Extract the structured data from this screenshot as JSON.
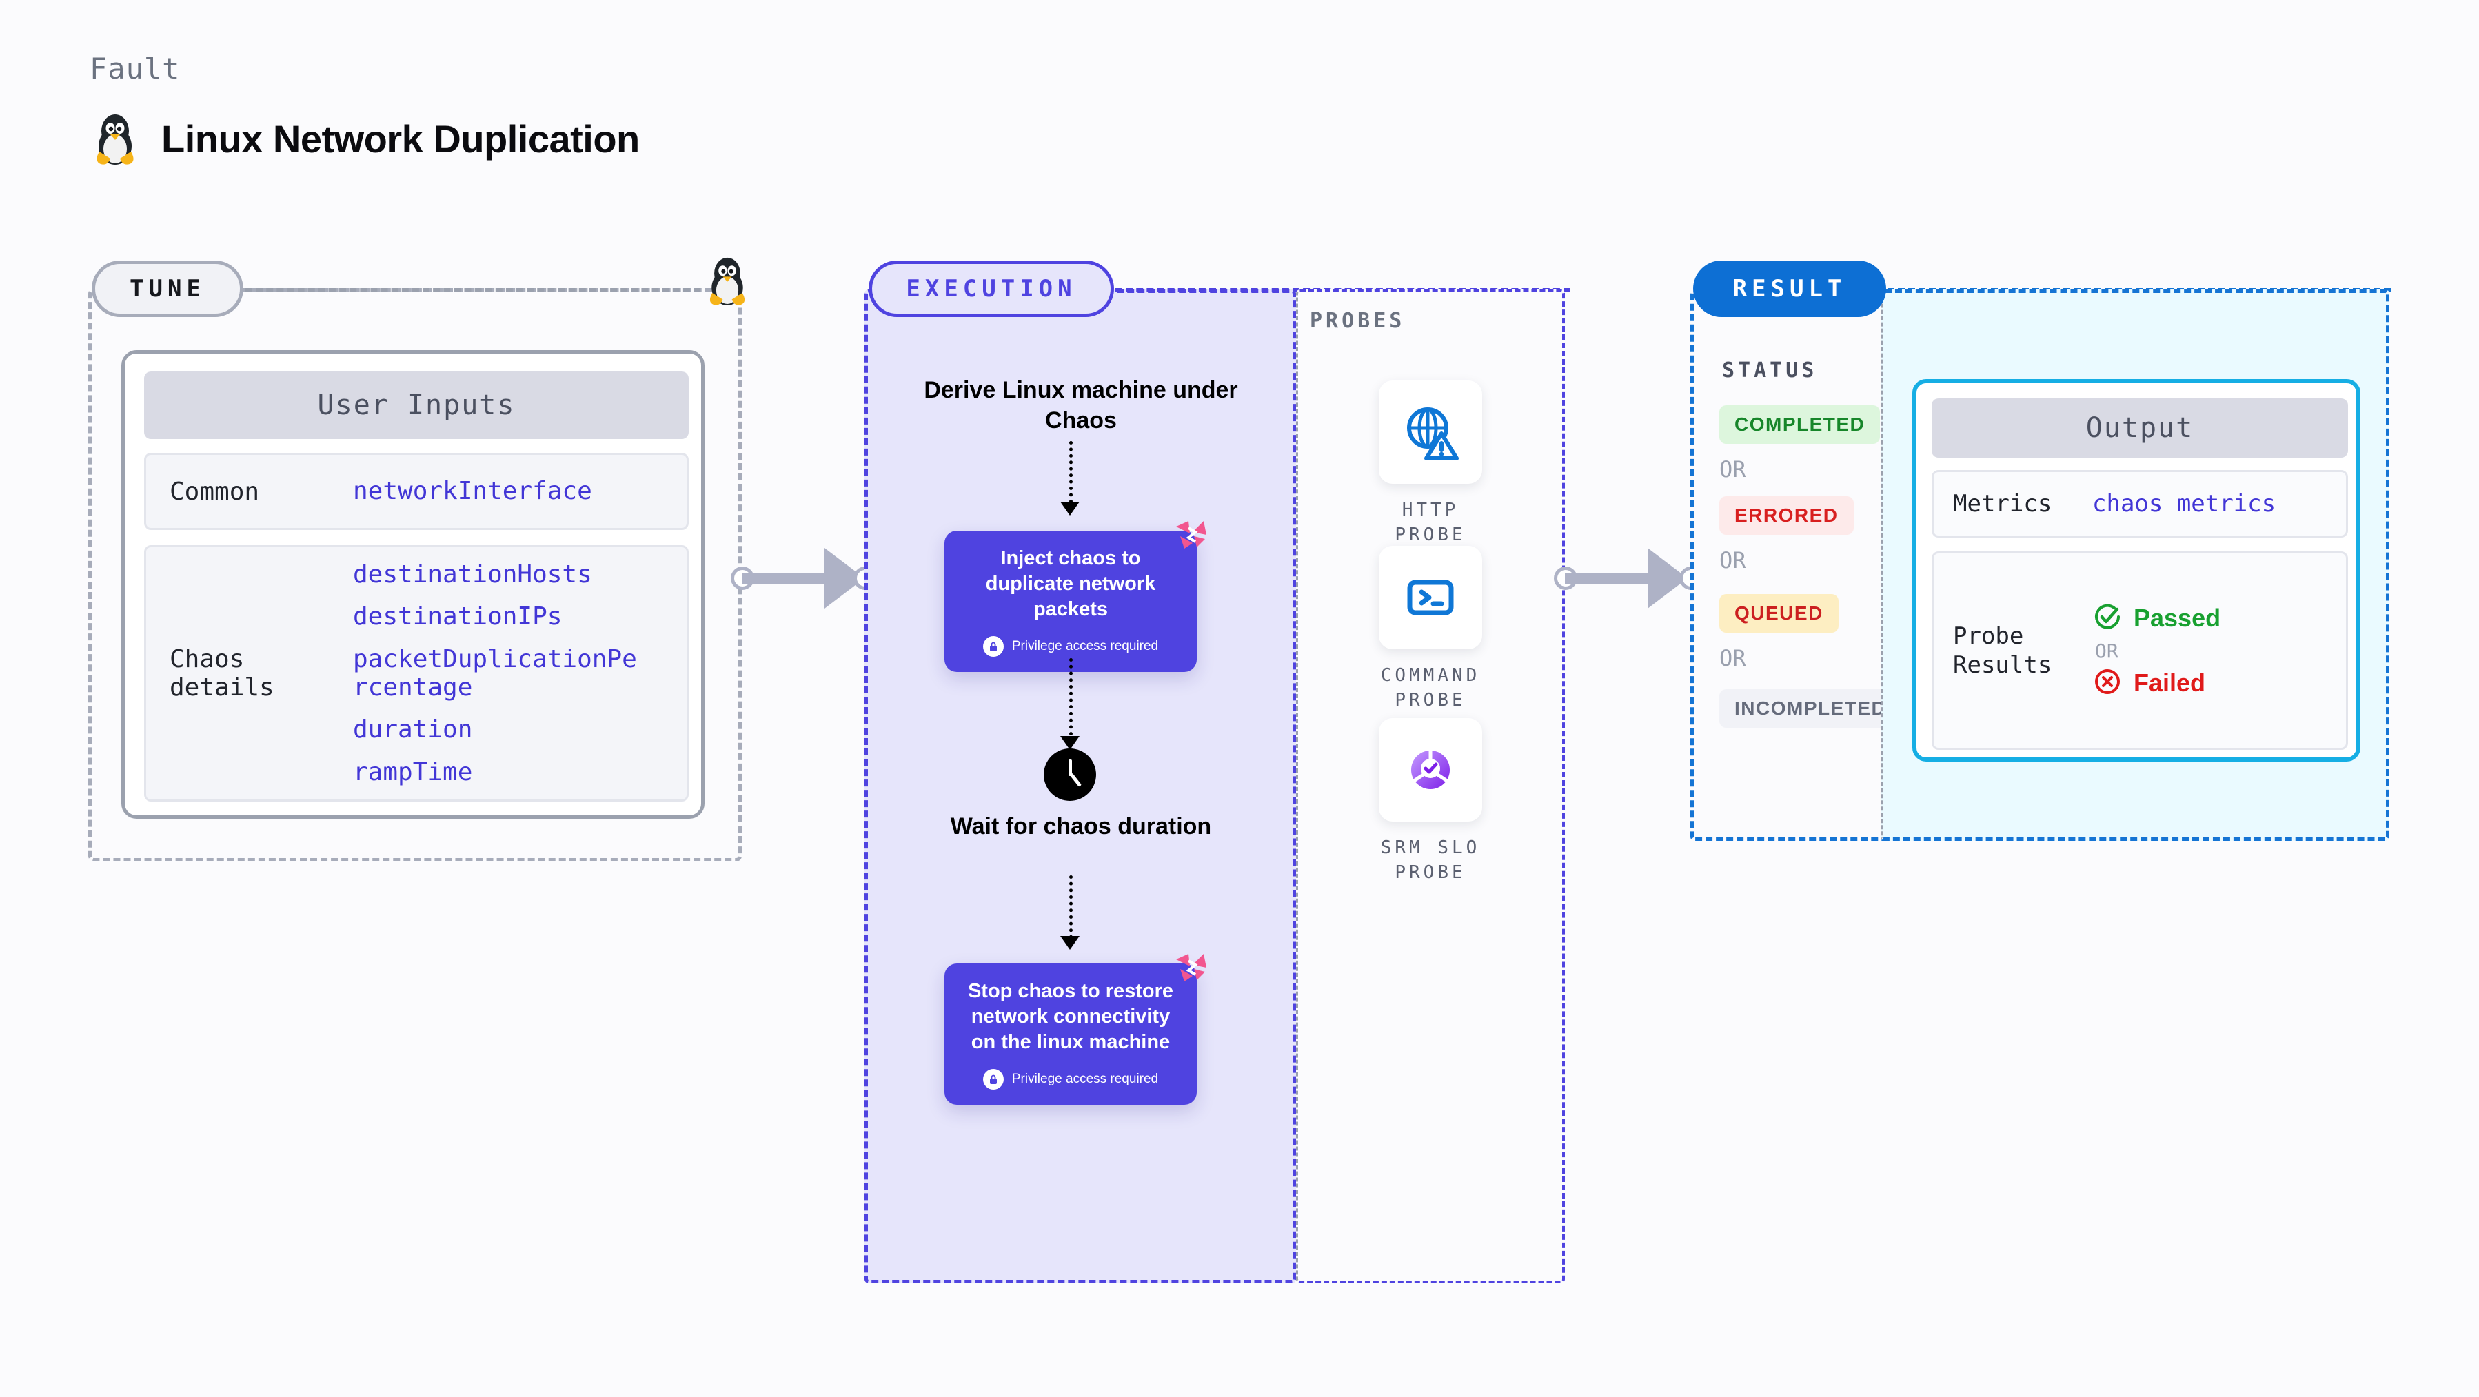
{
  "header": {
    "eyebrow": "Fault",
    "title": "Linux Network Duplication",
    "icon": "linux-penguin-icon"
  },
  "tune": {
    "badge": "TUNE",
    "card_header": "User Inputs",
    "rows": [
      {
        "key": "Common",
        "values": [
          "networkInterface"
        ]
      },
      {
        "key": "Chaos details",
        "values": [
          "destinationHosts",
          "destinationIPs",
          "packetDuplicationPercentage",
          "duration",
          "rampTime"
        ]
      }
    ]
  },
  "execution": {
    "badge": "EXECUTION",
    "steps": [
      {
        "type": "text",
        "label": "Derive Linux machine under Chaos"
      },
      {
        "type": "block",
        "label": "Inject chaos to duplicate network packets",
        "note": "Privilege access required"
      },
      {
        "type": "clock",
        "label": "Wait for chaos duration"
      },
      {
        "type": "block",
        "label": "Stop chaos to restore network connectivity on the linux machine",
        "note": "Privilege access required"
      }
    ]
  },
  "probes": {
    "title": "PROBES",
    "items": [
      {
        "label": "HTTP PROBE",
        "icon": "globe-warning-icon"
      },
      {
        "label": "COMMAND PROBE",
        "icon": "terminal-icon"
      },
      {
        "label": "SRM SLO PROBE",
        "icon": "slo-check-icon"
      }
    ]
  },
  "result": {
    "badge": "RESULT",
    "status_title": "STATUS",
    "or_label": "OR",
    "statuses": [
      {
        "label": "COMPLETED",
        "bg": "#ddf6dd",
        "fg": "#17862a"
      },
      {
        "label": "ERRORED",
        "bg": "#fdeaea",
        "fg": "#d81f1f"
      },
      {
        "label": "QUEUED",
        "bg": "#fdeec2",
        "fg": "#cc2020"
      },
      {
        "label": "INCOMPLETED",
        "bg": "#f1f2f7",
        "fg": "#656b7b"
      }
    ]
  },
  "output": {
    "header": "Output",
    "metrics_key": "Metrics",
    "metrics_value": "chaos metrics",
    "probe_key": "Probe Results",
    "passed_label": "Passed",
    "or_label": "OR",
    "failed_label": "Failed"
  },
  "colors": {
    "violet": "#4f43e0",
    "blue": "#0d6fd4",
    "cyan": "#16aee4",
    "gray": "#a7acba",
    "link": "#4236d6",
    "pink": "#f2568f"
  }
}
